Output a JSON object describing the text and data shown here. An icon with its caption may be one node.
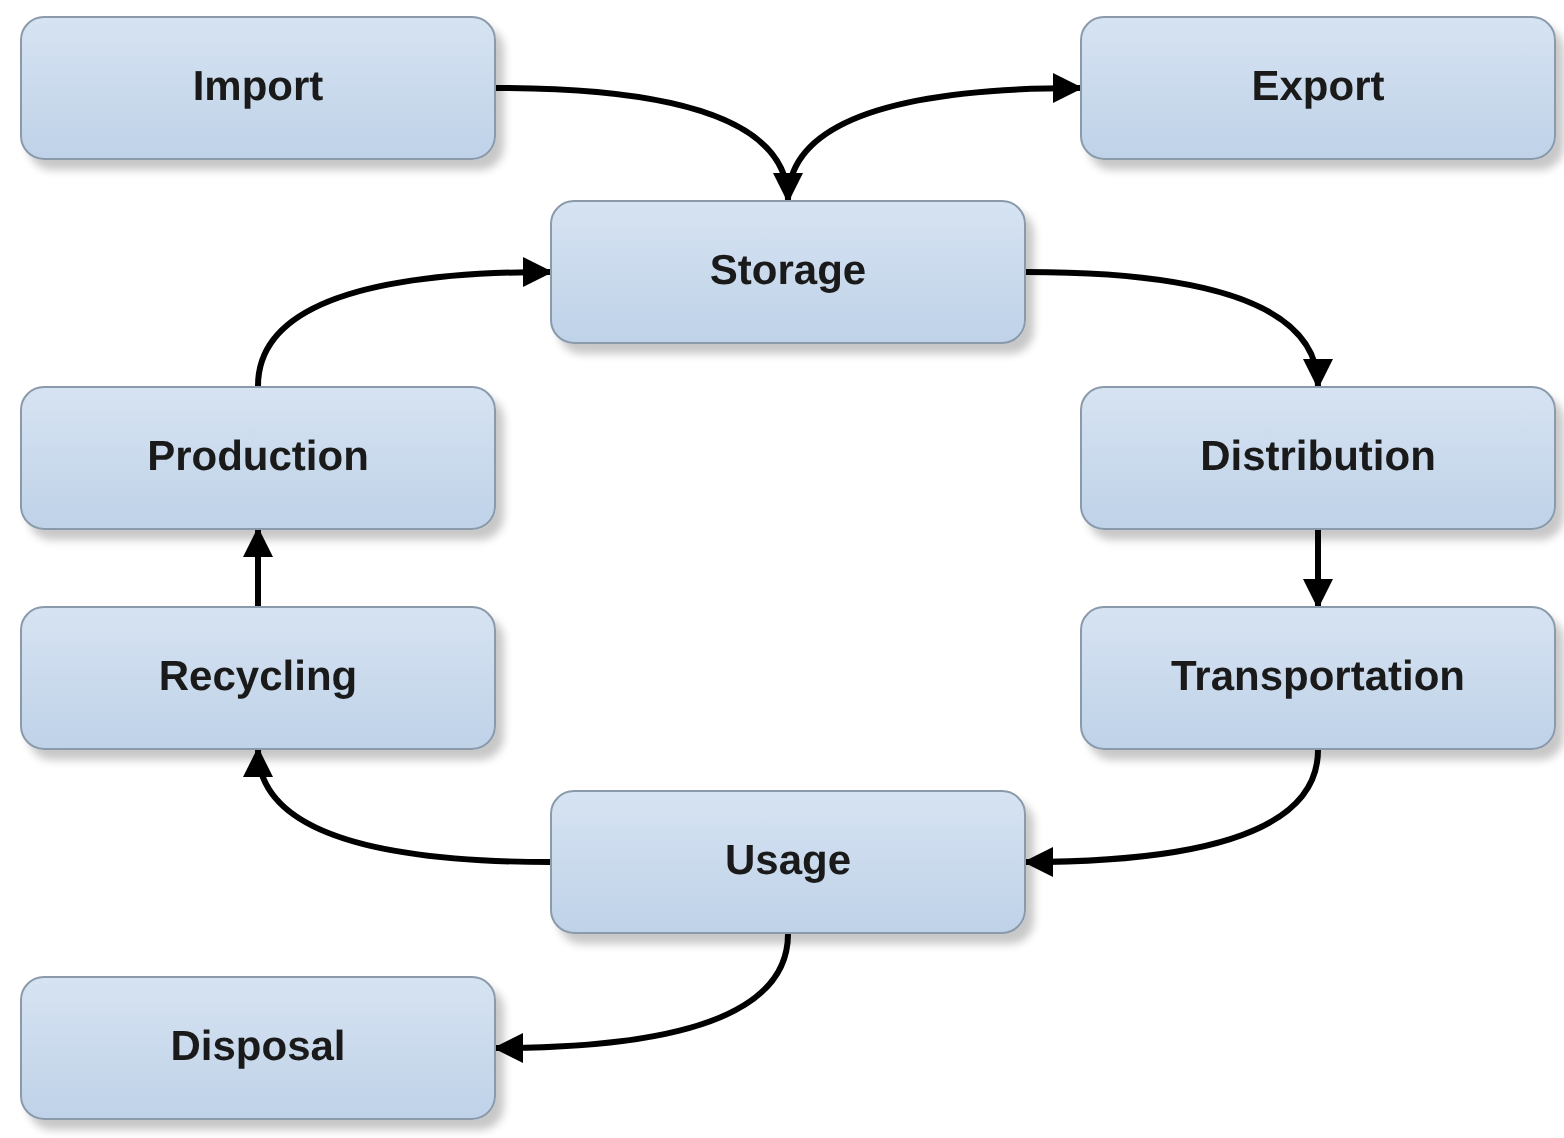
{
  "diagram": {
    "nodes": [
      {
        "text": [
          "Import"
        ]
      },
      {
        "text": [
          "Export"
        ]
      },
      {
        "text": [
          "Storage"
        ]
      },
      {
        "text": [
          "Production"
        ]
      },
      {
        "text": [
          "Distribution"
        ]
      },
      {
        "text": [
          "Recycling"
        ]
      },
      {
        "text": [
          "Transportation"
        ]
      },
      {
        "text": [
          "Usage"
        ]
      },
      {
        "text": [
          "Disposal"
        ]
      }
    ],
    "edges": [
      {
        "from": 0,
        "to": 2,
        "arrow": "to"
      },
      {
        "from": 2,
        "to": 1,
        "arrow": "to"
      },
      {
        "from": 2,
        "to": 4,
        "arrow": "to"
      },
      {
        "from": 4,
        "to": 6,
        "arrow": "to"
      },
      {
        "from": 6,
        "to": 7,
        "arrow": "to"
      },
      {
        "from": 7,
        "to": 5,
        "arrow": "to"
      },
      {
        "from": 5,
        "to": 3,
        "arrow": "to"
      },
      {
        "from": 3,
        "to": 2,
        "arrow": "to"
      },
      {
        "from": 7,
        "to": 8,
        "arrow": "to"
      }
    ]
  }
}
